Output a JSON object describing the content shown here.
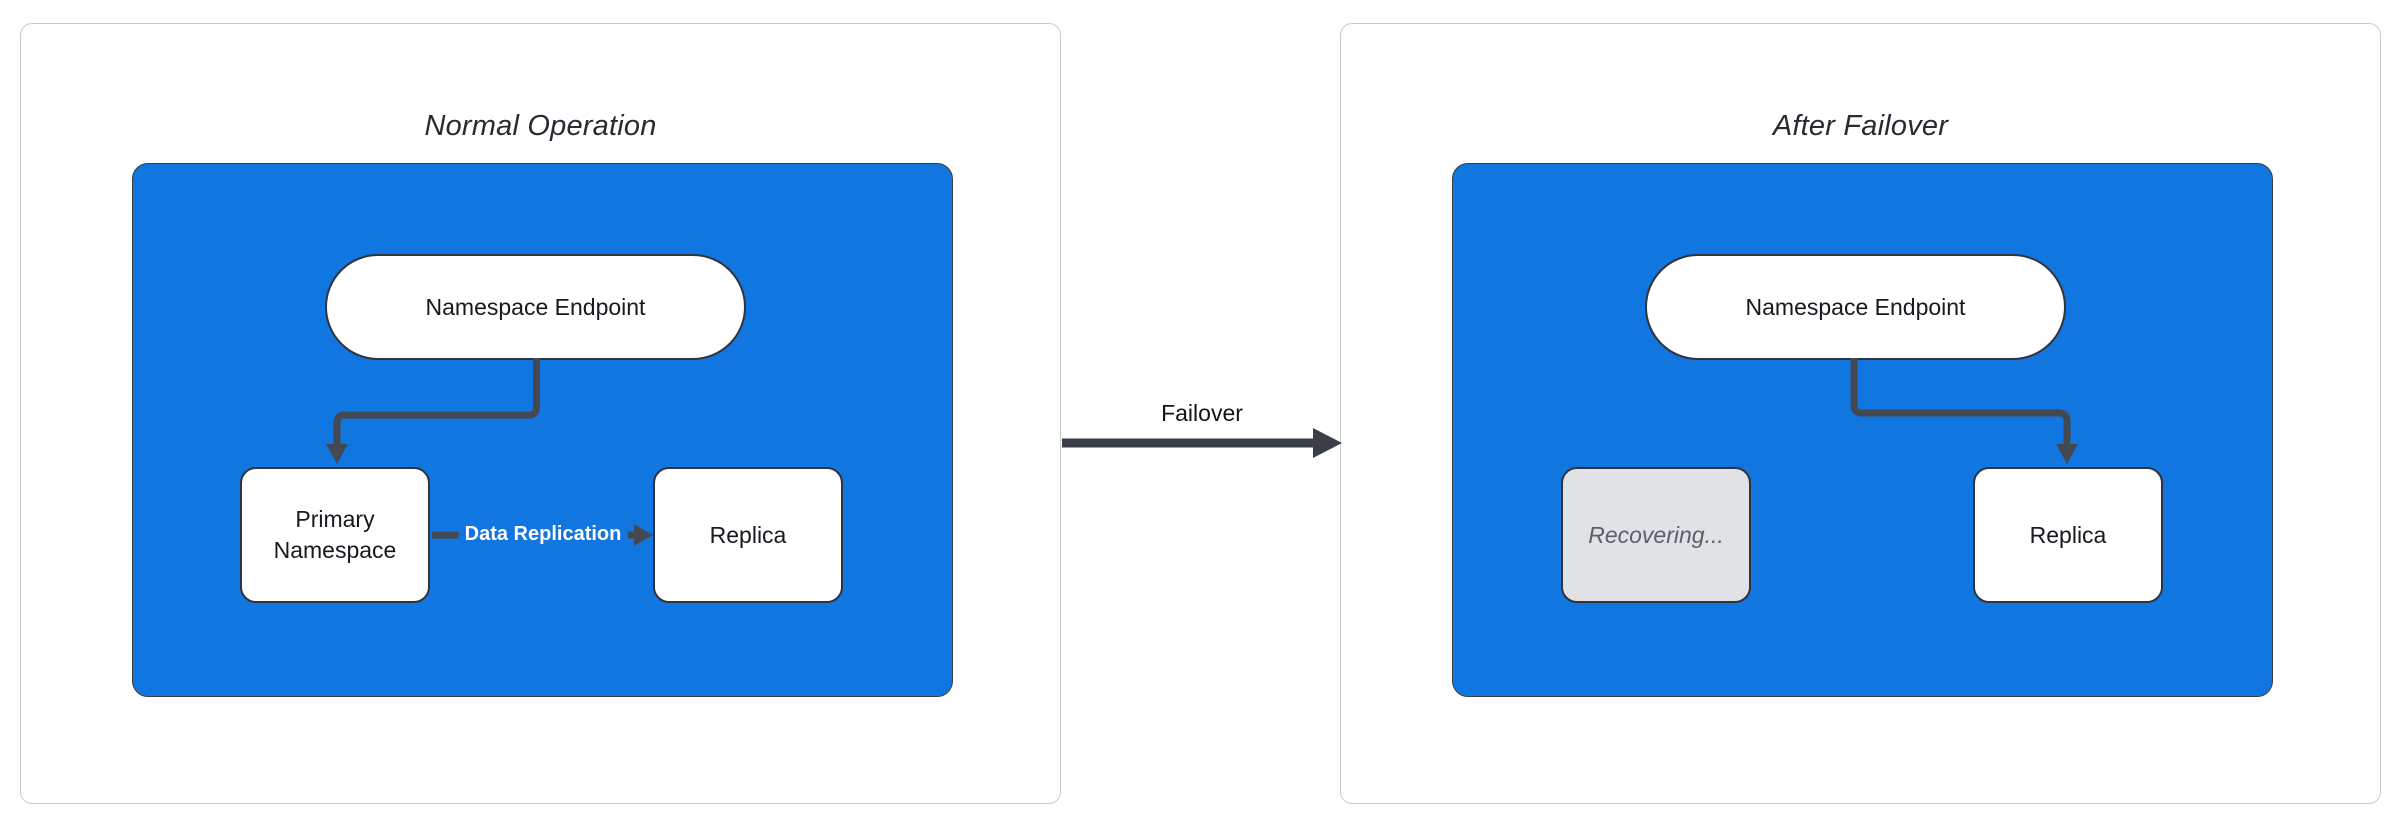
{
  "colors": {
    "cluster_blue": "#1276e0",
    "shape_border_dark": "#2f333b",
    "connector_dark": "#434851",
    "recovering_gray_fill": "#e1e2e6",
    "recovering_gray_text": "#5a606a",
    "panel_border_gray": "#c8c9cb",
    "edge_label_text": "#ffffff"
  },
  "left_panel": {
    "title": "Normal Operation",
    "endpoint_label": "Namespace Endpoint",
    "primary_label": "Primary Namespace",
    "replica_label": "Replica",
    "replication_edge_label": "Data Replication"
  },
  "transition": {
    "label": "Failover"
  },
  "right_panel": {
    "title": "After Failover",
    "endpoint_label": "Namespace Endpoint",
    "recovering_label": "Recovering...",
    "replica_label": "Replica"
  }
}
